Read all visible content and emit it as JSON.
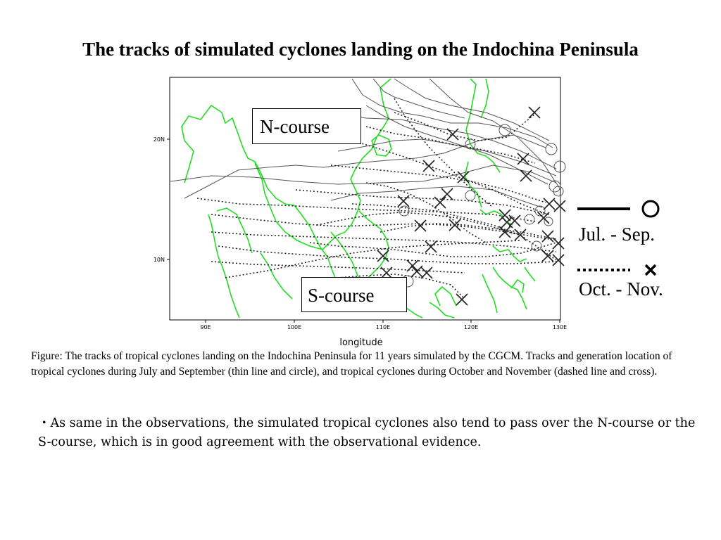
{
  "title": "The tracks of simulated cyclones landing on the Indochina Peninsula",
  "map": {
    "x_ticks": [
      "90E",
      "100E",
      "110E",
      "120E",
      "130E"
    ],
    "y_ticks": [
      "20N",
      "10N"
    ],
    "x_label": "longitude",
    "land_color": "#22dd22"
  },
  "boxes": {
    "n_course": "N-course",
    "s_course": "S-course"
  },
  "legend": {
    "jul_sep": "Jul. - Sep.",
    "oct_nov": "Oct. - Nov."
  },
  "caption": "Figure: The tracks of tropical cyclones landing on the Indochina Peninsula for 11 years simulated by the CGCM. Tracks and generation location of tropical cyclones during July and September (thin line and circle), and tropical cyclones during October and November (dashed line and cross).",
  "bullet": "・As same in the observations, the simulated tropical cyclones also tend to pass over the N-course or the S-course, which is in good agreement with the observational evidence."
}
